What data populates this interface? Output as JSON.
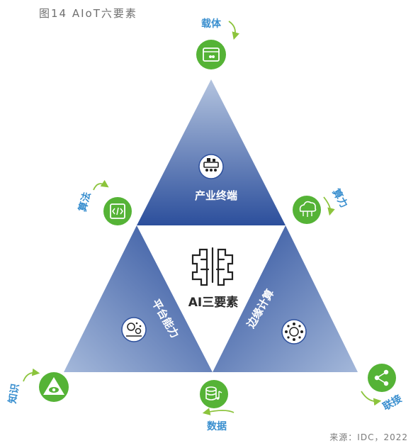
{
  "figure": {
    "title": "图14  AIoT六要素",
    "source": "来源：IDC，2022"
  },
  "center": {
    "label": "AI三要素",
    "icon": "brain-circuit-icon"
  },
  "triangles": {
    "top": {
      "label": "产业终端",
      "icon": "conveyor-machine-icon"
    },
    "left": {
      "label": "平台能力",
      "icon": "platform-gears-icon"
    },
    "right": {
      "label": "边缘计算",
      "icon": "edge-network-icon"
    }
  },
  "elements": {
    "carrier": {
      "label": "载体",
      "icon": "browser-window-icon"
    },
    "algorithm": {
      "label": "算法",
      "icon": "code-bracket-icon"
    },
    "compute": {
      "label": "算力",
      "icon": "cloud-network-icon"
    },
    "knowledge": {
      "label": "知识",
      "icon": "eye-pyramid-icon"
    },
    "data": {
      "label": "数据",
      "icon": "database-music-icon"
    },
    "connect": {
      "label": "联接",
      "icon": "share-icon"
    }
  },
  "colors": {
    "triangle_dark": "#2c4f9c",
    "triangle_light": "#a9bcdc",
    "circle_green": "#55b336",
    "arrow_green": "#8cc43c",
    "label_blue": "#3a8fcf"
  }
}
